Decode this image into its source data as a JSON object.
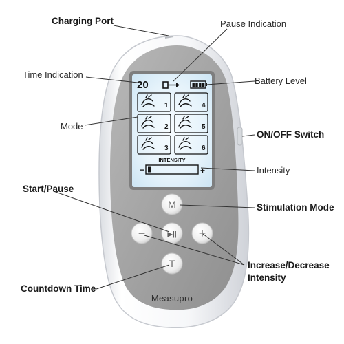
{
  "labels": {
    "charging_port": "Charging Port",
    "pause_indication": "Pause Indication",
    "time_indication": "Time Indication",
    "battery_level": "Battery Level",
    "mode": "Mode",
    "on_off_switch": "ON/OFF Switch",
    "intensity": "Intensity",
    "start_pause": "Start/Pause",
    "stimulation_mode": "Stimulation Mode",
    "increase_decrease_line1": "Increase/Decrease",
    "increase_decrease_line2": "Intensity",
    "countdown_time": "Countdown Time"
  },
  "display": {
    "time_value": "20",
    "intensity_label": "INTENSITY",
    "intensity_minus": "−",
    "intensity_plus": "+",
    "battery_bars": 4,
    "intensity_level": 1,
    "modes": [
      {
        "number": "1"
      },
      {
        "number": "4"
      },
      {
        "number": "2"
      },
      {
        "number": "5"
      },
      {
        "number": "3"
      },
      {
        "number": "6"
      }
    ]
  },
  "buttons": {
    "mode_glyph": "M",
    "play_pause_glyph": "▶||",
    "minus_glyph": "−",
    "plus_glyph": "+",
    "timer_glyph": "T"
  },
  "brand": {
    "name": "Measupro"
  },
  "colors": {
    "device_body": "#f4f5f7",
    "device_panel": "#a6a6a6",
    "screen_backlight": "#dbeef9",
    "lcd_ink": "#141414",
    "button_face": "#f2f2f2",
    "leader_line": "#333333"
  }
}
